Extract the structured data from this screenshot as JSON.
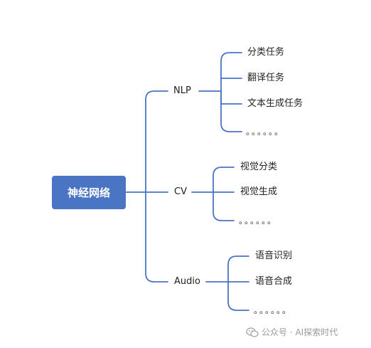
{
  "root": "神经网络",
  "branches": [
    {
      "label": "NLP",
      "children": [
        "分类任务",
        "翻译任务",
        "文本生成任务",
        "。。。。。。"
      ]
    },
    {
      "label": "CV",
      "children": [
        "视觉分类",
        "视觉生成",
        "。。。。。。"
      ]
    },
    {
      "label": "Audio",
      "children": [
        "语音识别",
        "语音合成",
        "。。。。。。"
      ]
    }
  ],
  "watermark": "公众号 · AI探索时代",
  "line_color": "#4a74c4"
}
